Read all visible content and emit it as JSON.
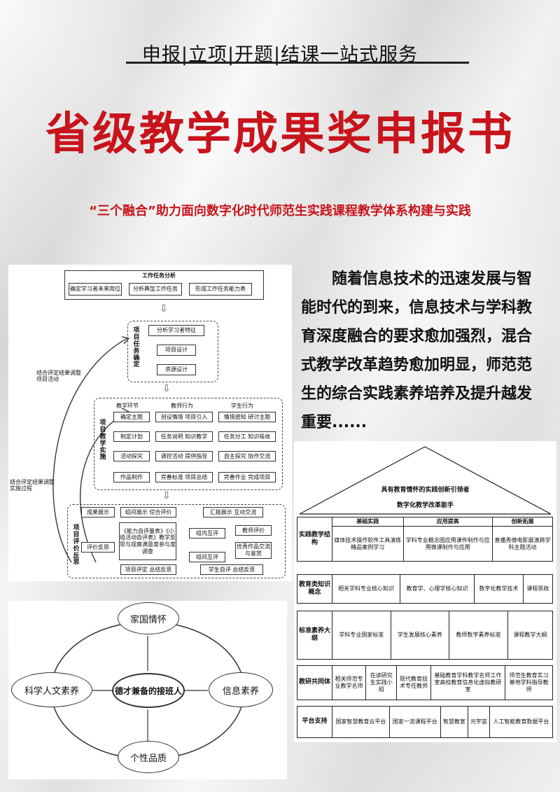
{
  "header": {
    "tagline": "申报|立项|开题|结课一站式服务",
    "title": "省级教学成果奖申报书",
    "subtitle": "“三个融合”助力面向数字化时代师范生实践课程教学体系构建与实践"
  },
  "intro": "随着信息技术的迅速发展与智能时代的到来，信息技术与学科教育深度融合的要求愈加强烈，混合式教学改革趋势愈加明显，师范范生的综合实践素养培养及提升越发重要......",
  "flow": {
    "task_title": "工作任务分析",
    "task_boxes": [
      "确定学习者未来岗位",
      "分析典型工作任务",
      "形成工作任务能力表"
    ],
    "section1_label": "项目任务确定",
    "section1_boxes": [
      "分析学习者特征",
      "项目设计",
      "资源设计"
    ],
    "left_note1": "结合评定结果调整项目活动",
    "left_note2": "结合评定结果调整实施过程",
    "section2_label": "项目教学实施",
    "col_heads": [
      "教学环节",
      "教师行为",
      "学生行为"
    ],
    "rows": [
      [
        "确定主题",
        "创设情境 项目引入",
        "情境感知 研讨主题"
      ],
      [
        "制定计划",
        "任务说明 知识教学",
        "任务分工 知识吸收"
      ],
      [
        "活动探究",
        "调控活动 提供指导",
        "自主探究 协作交流"
      ],
      [
        "作品制作",
        "完善标准 项目总结",
        "完善作业 完成项目"
      ]
    ],
    "section3_label": "项目评价反思",
    "eval_top": [
      "成果展示",
      "组间展示 综合评价",
      "汇报展示 互动交流"
    ],
    "eval_left": "评价反思",
    "eval_doc": "《能力自评量表》《小组活动自评表》教学反思与观察满意度参与度调查",
    "eval_mid": [
      "组内互评",
      "组间互评"
    ],
    "eval_right": [
      "教师评价",
      "优秀作品交流与鉴赏"
    ],
    "eval_bottom": [
      "项目评定 总结反思",
      "学生自评 总结反思"
    ]
  },
  "house": {
    "roof1": "具有教育情怀的实践创新引领者",
    "roof2": "数字化教学改革能手",
    "rows": [
      {
        "head": "实践教学结构",
        "cells": [
          "基础实践",
          "应用提高",
          "创新拓展"
        ],
        "sub": [
          "媒体技术操作软件工具演练精品案例学习",
          "学科专业概念图应用课件制作与应用微课制作与应用",
          "直播秀微电影展演跨学科主题活动"
        ]
      },
      {
        "head": "教育类知识概念",
        "cells": [
          "相关学科专业核心知识",
          "教育学、心理学核心知识",
          "数字化教学技术",
          "课程思政"
        ]
      },
      {
        "head": "标准素养大纲",
        "cells": [
          "学科专业国家标准",
          "学生发展核心素养",
          "教师数字素养标准",
          "课程教学大纲"
        ]
      },
      {
        "head": "教研共同体",
        "cells": [
          "相关师范专业教学名师",
          "在读研究生实践小组",
          "现代教育技术专任教师",
          "基础教育学科教学名师工作室高校教育信息化虚拟教研室",
          "师范生教育实习基地学科指导教师"
        ]
      },
      {
        "head": "平台支持",
        "cells": [
          "国家智慧教育云平台",
          "国家一流课程平台",
          "智慧教室",
          "元宇宙",
          "人工智能教育数据平台"
        ]
      }
    ]
  },
  "eco": {
    "center": "德才兼备的接班人",
    "top": "家国情怀",
    "left": "科学人文素养",
    "right": "信息素养",
    "bottom": "个性品质"
  }
}
